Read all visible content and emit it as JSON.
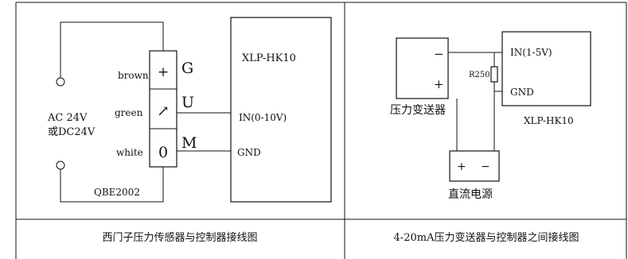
{
  "left_diagram": {
    "device_label": "XLP-HK10",
    "terminals": [
      {
        "letter": "G",
        "wire": "brown",
        "symbol": "+"
      },
      {
        "letter": "U",
        "wire": "green",
        "symbol": "↗"
      },
      {
        "letter": "M",
        "wire": "white",
        "symbol": "0"
      }
    ],
    "input_label": "IN(0-10V)",
    "gnd_label": "GND",
    "supply_line1": "AC 24V",
    "supply_line2": "或DC24V",
    "sensor_model": "QBE2002",
    "caption": "西门子压力传感器与控制器接线图"
  },
  "right_diagram": {
    "device_label": "XLP-HK10",
    "transmitter_minus": "−",
    "transmitter_plus": "+",
    "transmitter_label": "压力变送器",
    "resistor_label": "R250",
    "input_label": "IN(1-5V)",
    "gnd_label": "GND",
    "power_plus": "+",
    "power_minus": "−",
    "power_label": "直流电源",
    "caption": "4-20mA压力变送器与控制器之间接线图"
  }
}
